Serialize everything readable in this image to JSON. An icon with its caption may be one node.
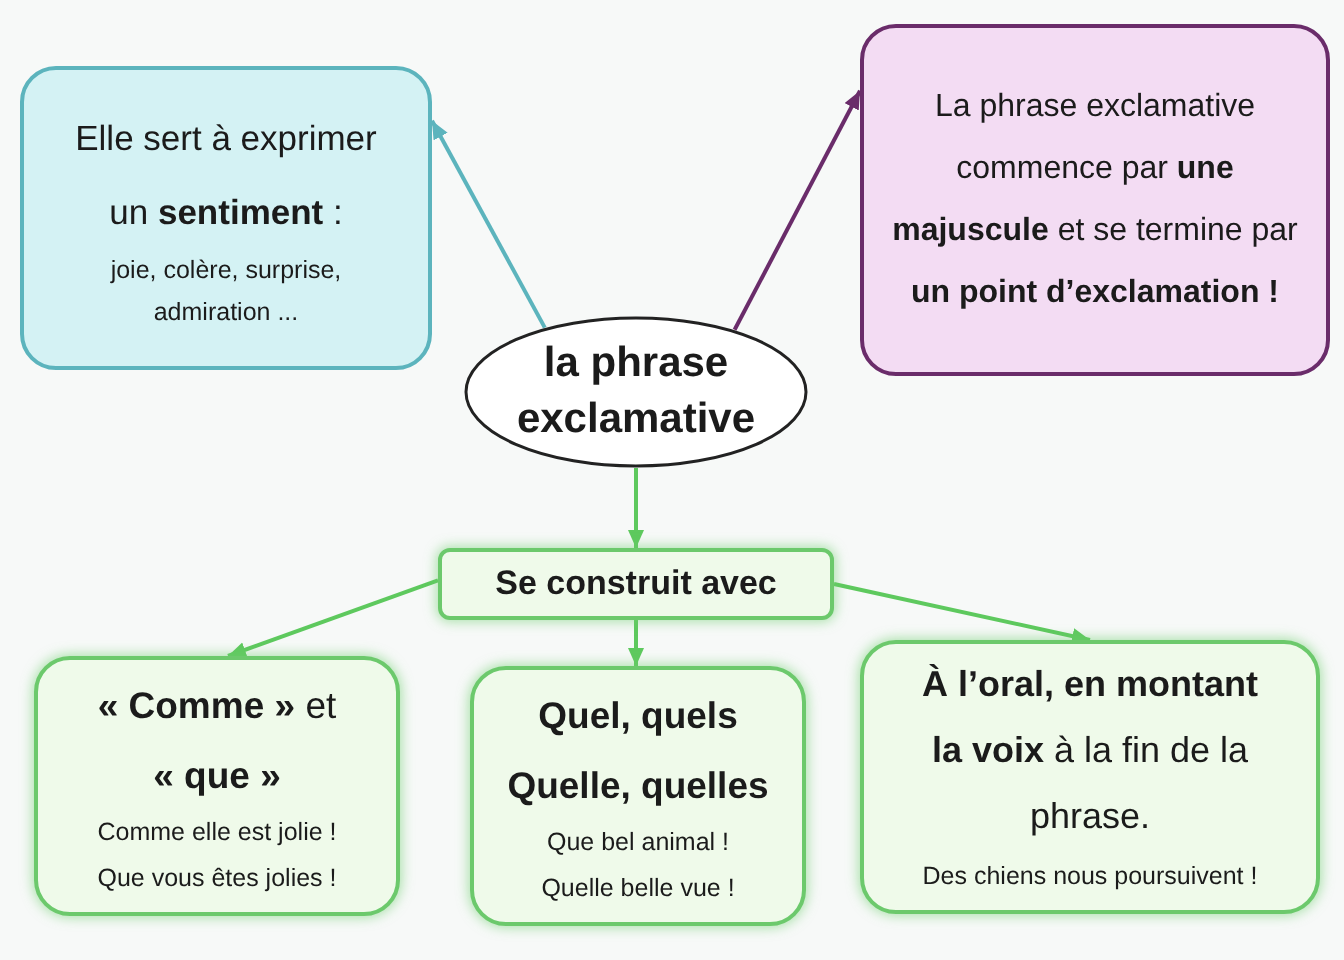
{
  "diagram": {
    "nodes": [
      {
        "text": [
          "la phrase exclamative"
        ]
      },
      {
        "text": [
          "Elle sert à exprimer un **sentiment** :",
          "joie, colère, surprise, admiration ..."
        ]
      },
      {
        "text": [
          "La phrase exclamative commence par **une majuscule** et se termine par **un point d’exclamation !**"
        ]
      },
      {
        "text": [
          "Se construit avec"
        ]
      },
      {
        "text": [
          "**« Comme »** et **« que »**",
          "Comme elle est jolie ! Que vous êtes jolies !"
        ]
      },
      {
        "text": [
          "Quel, quels Quelle, quelles",
          "Que bel animal ! Quelle belle vue !"
        ]
      },
      {
        "text": [
          "**À l’oral, en montant la voix** à la fin de la phrase.",
          "Des chiens nous poursuivent !"
        ]
      }
    ],
    "edges": [
      {
        "from": 0,
        "to": 1,
        "arrow": "to",
        "color": "#5cb4bd"
      },
      {
        "from": 0,
        "to": 2,
        "arrow": "to",
        "color": "#6a2c6a"
      },
      {
        "from": 0,
        "to": 3,
        "arrow": "to"
      },
      {
        "from": 3,
        "to": 4,
        "arrow": "to"
      },
      {
        "from": 3,
        "to": 5,
        "arrow": "to"
      },
      {
        "from": 3,
        "to": 6,
        "arrow": "to"
      }
    ]
  }
}
